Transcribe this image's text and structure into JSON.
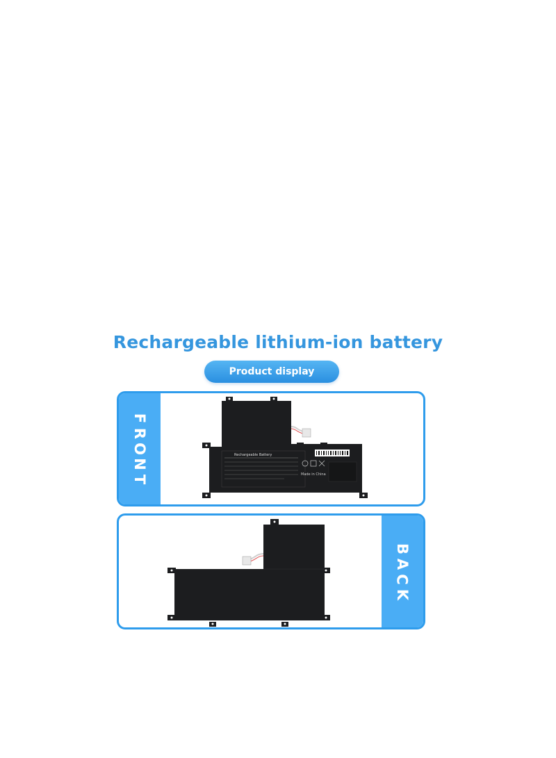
{
  "title": "Rechargeable lithium-ion battery",
  "subtitle_button": "Product display",
  "front": {
    "label_letters": [
      "F",
      "R",
      "O",
      "N",
      "T"
    ],
    "battery_label_title": "Rechargeable Battery",
    "made_in": "Made in China"
  },
  "back": {
    "label_letters": [
      "B",
      "A",
      "C",
      "K"
    ]
  },
  "colors": {
    "accent": "#3596de",
    "panel_border": "#2e9cec",
    "label_bg": "#4aadf5",
    "battery": "#1c1d1f"
  }
}
